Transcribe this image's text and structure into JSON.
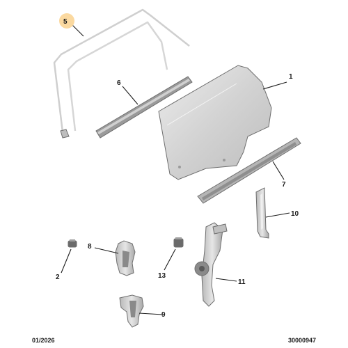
{
  "callouts": {
    "c1": "1",
    "c2": "2",
    "c5": "5",
    "c6": "6",
    "c7": "7",
    "c8": "8",
    "c9": "9",
    "c10": "10",
    "c11": "11",
    "c13": "13"
  },
  "footer": {
    "date": "01/2026",
    "reference": "30000947"
  },
  "colors": {
    "highlight": "#fbd9a0",
    "part_fill": "#d9d9d9",
    "glass_fill": "#cfcfcf",
    "line": "#1a1a1a"
  }
}
